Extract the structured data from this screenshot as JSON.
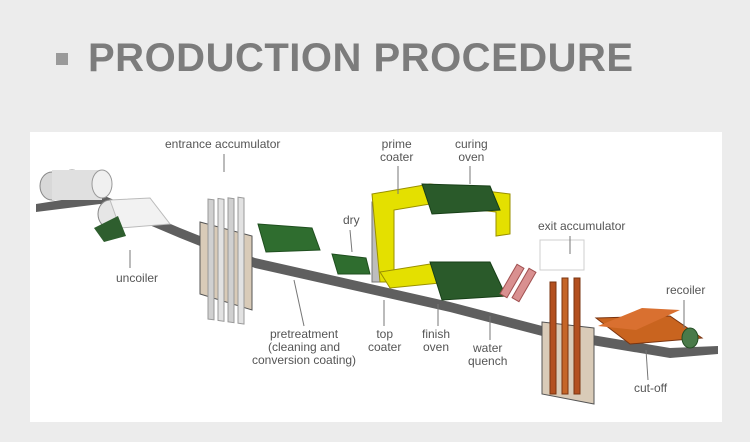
{
  "header": {
    "title": "PRODUCTION PROCEDURE"
  },
  "labels": {
    "entrance_accumulator": "entrance accumulator",
    "prime_coater": "prime\ncoater",
    "curing_oven": "curing\noven",
    "dry": "dry",
    "exit_accumulator": "exit accumulator",
    "uncoiler": "uncoiler",
    "recoiler": "recoiler",
    "pretreatment": "pretreatment\n(cleaning and\nconversion coating)",
    "top_coater": "top\ncoater",
    "finish_oven": "finish\noven",
    "water_quench": "water\nquench",
    "cut_off": "cut-off"
  }
}
